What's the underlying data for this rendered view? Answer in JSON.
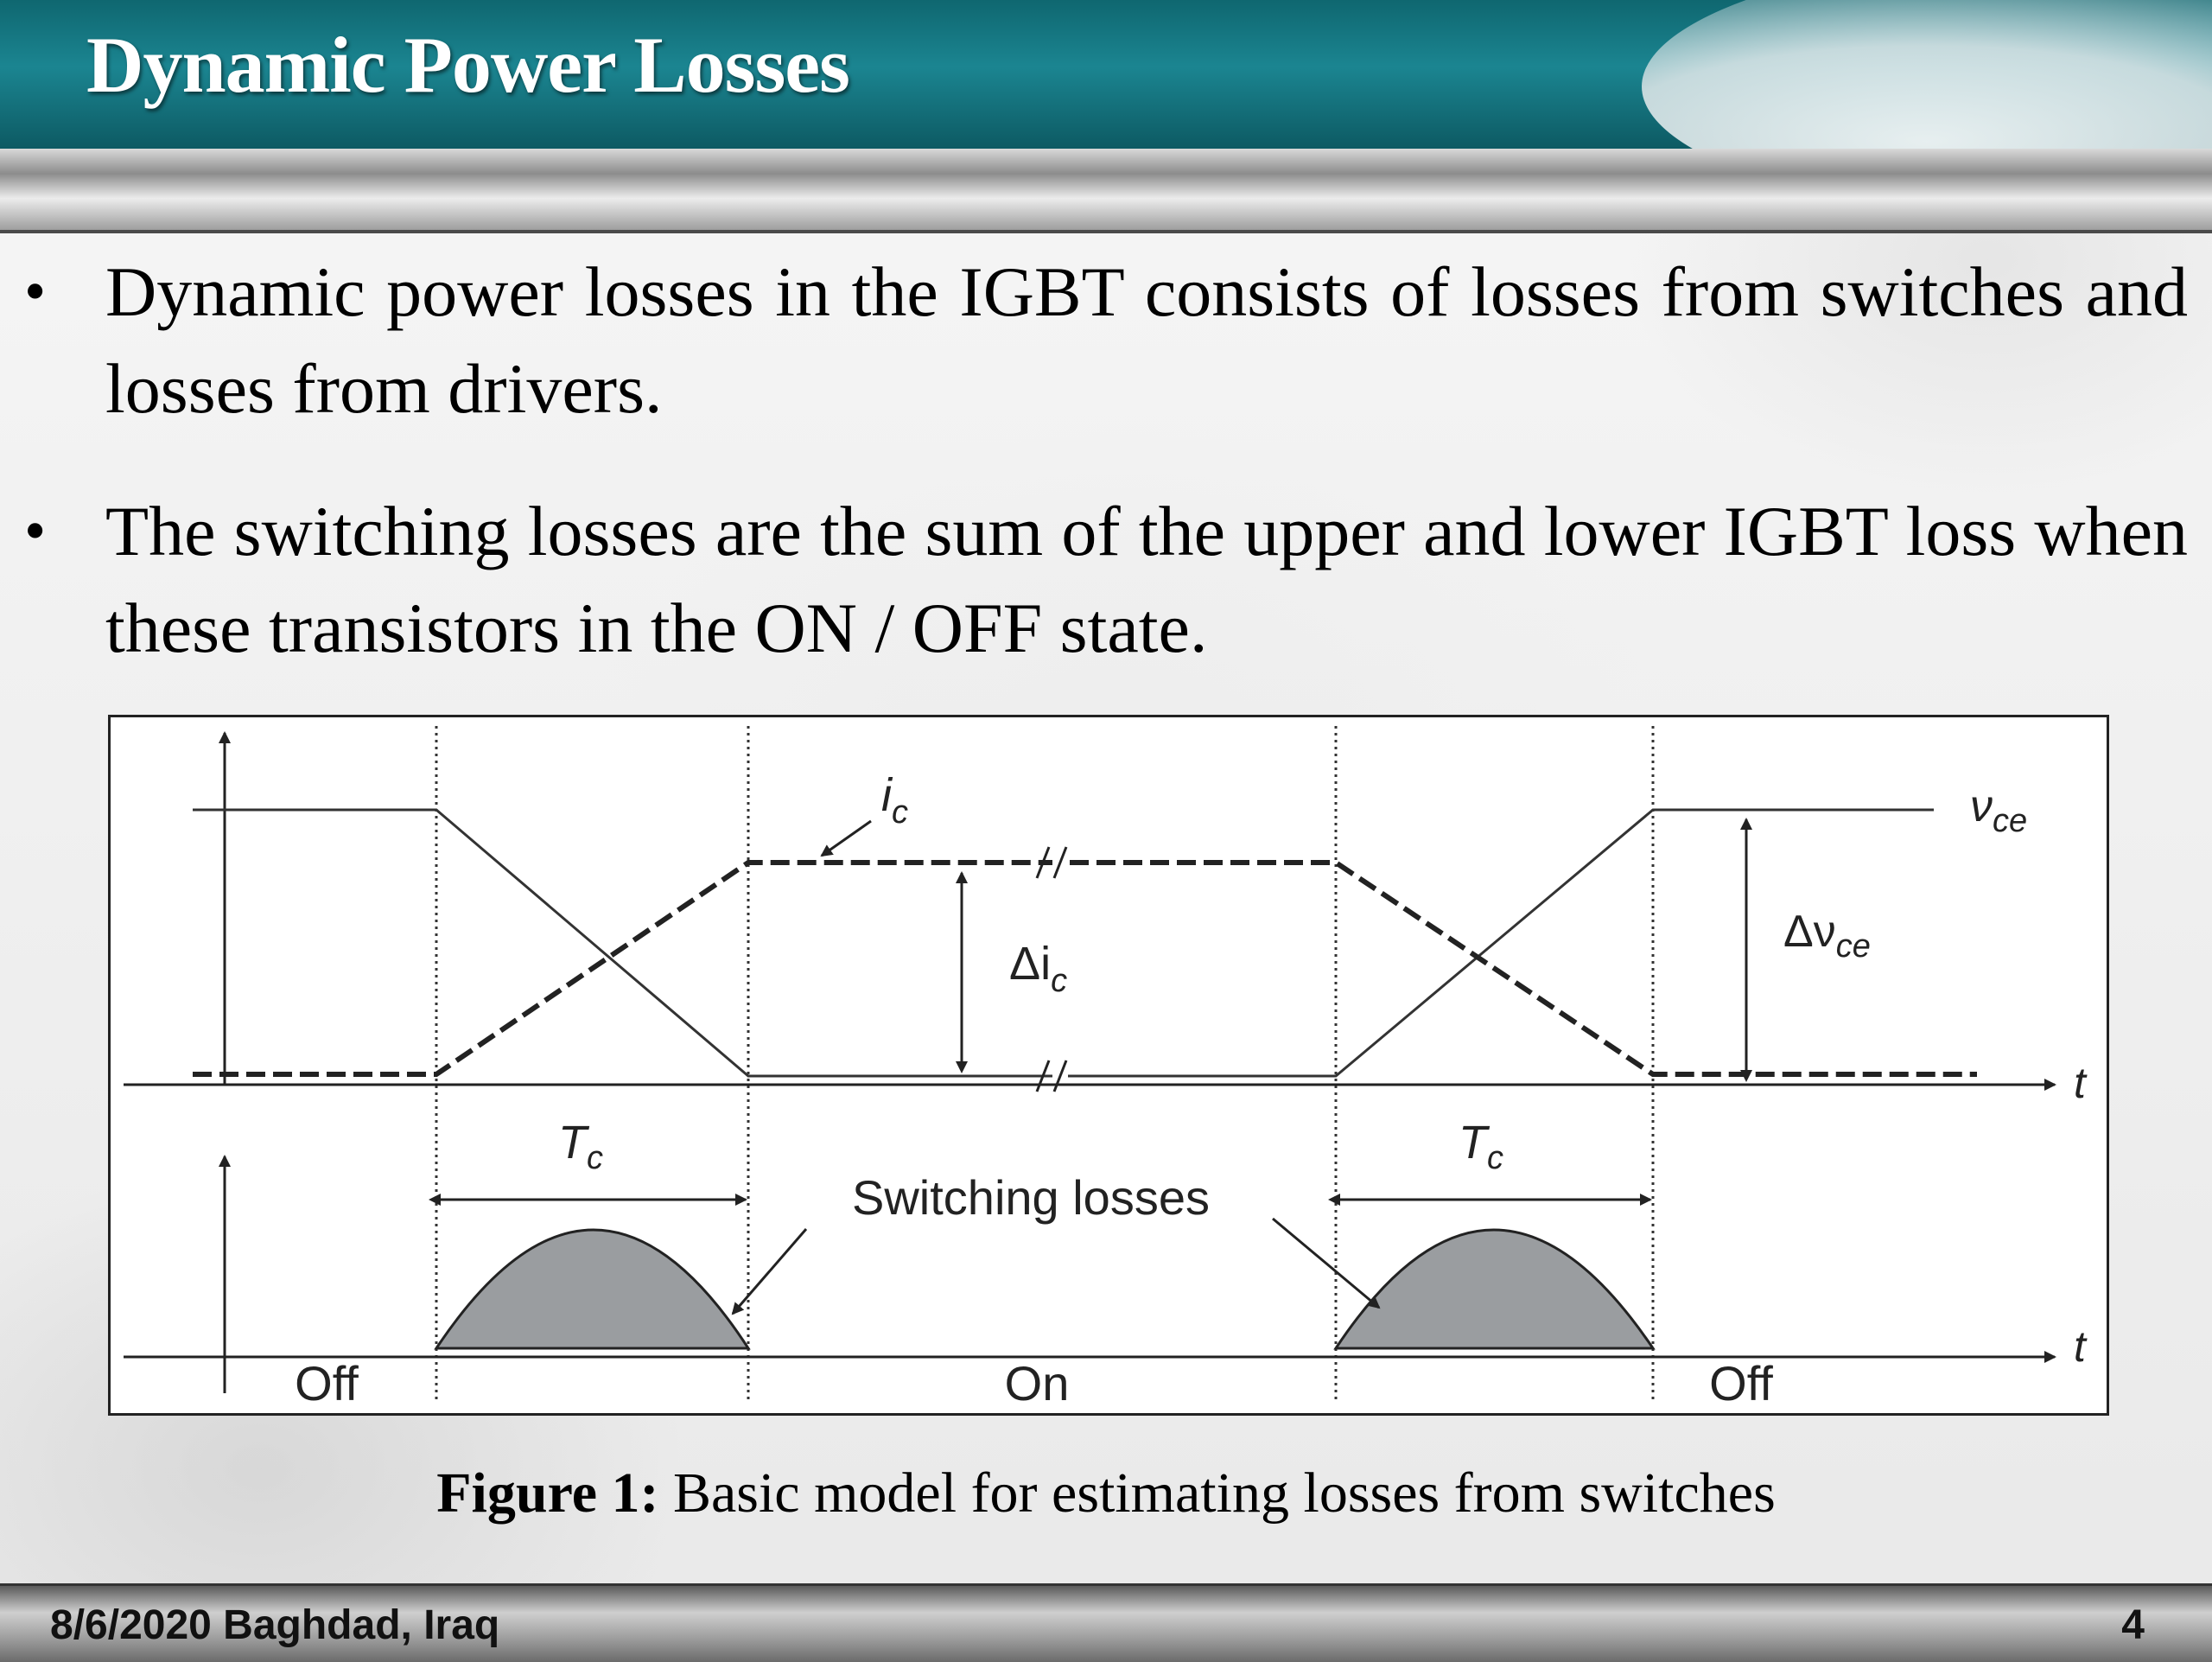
{
  "slide": {
    "title": "Dynamic Power Losses",
    "bullets": [
      "Dynamic power losses in the IGBT consists of losses from switches and losses from drivers.",
      "The switching losses are the sum of the upper and lower IGBT loss when these transistors in the ON / OFF state."
    ],
    "bullet_symbol": "•"
  },
  "figure": {
    "labels": {
      "ic": "i",
      "ic_sub": "c",
      "vce": "ν",
      "vce_sub": "ce",
      "delta_ic": "Δi",
      "delta_ic_sub": "c",
      "delta_vce": "Δν",
      "delta_vce_sub": "ce",
      "t_top": "t",
      "t_bottom": "t",
      "tc_left": "T",
      "tc_left_sub": "c",
      "tc_right": "T",
      "tc_right_sub": "c",
      "switching_losses": "Switching losses",
      "off_left": "Off",
      "on": "On",
      "off_right": "Off"
    },
    "caption_bold": "Figure 1:",
    "caption_text": " Basic model for estimating losses from switches",
    "loss_fill_color": "#9a9da0"
  },
  "footer": {
    "left": "8/6/2020 Baghdad, Iraq",
    "page_number": "4"
  }
}
